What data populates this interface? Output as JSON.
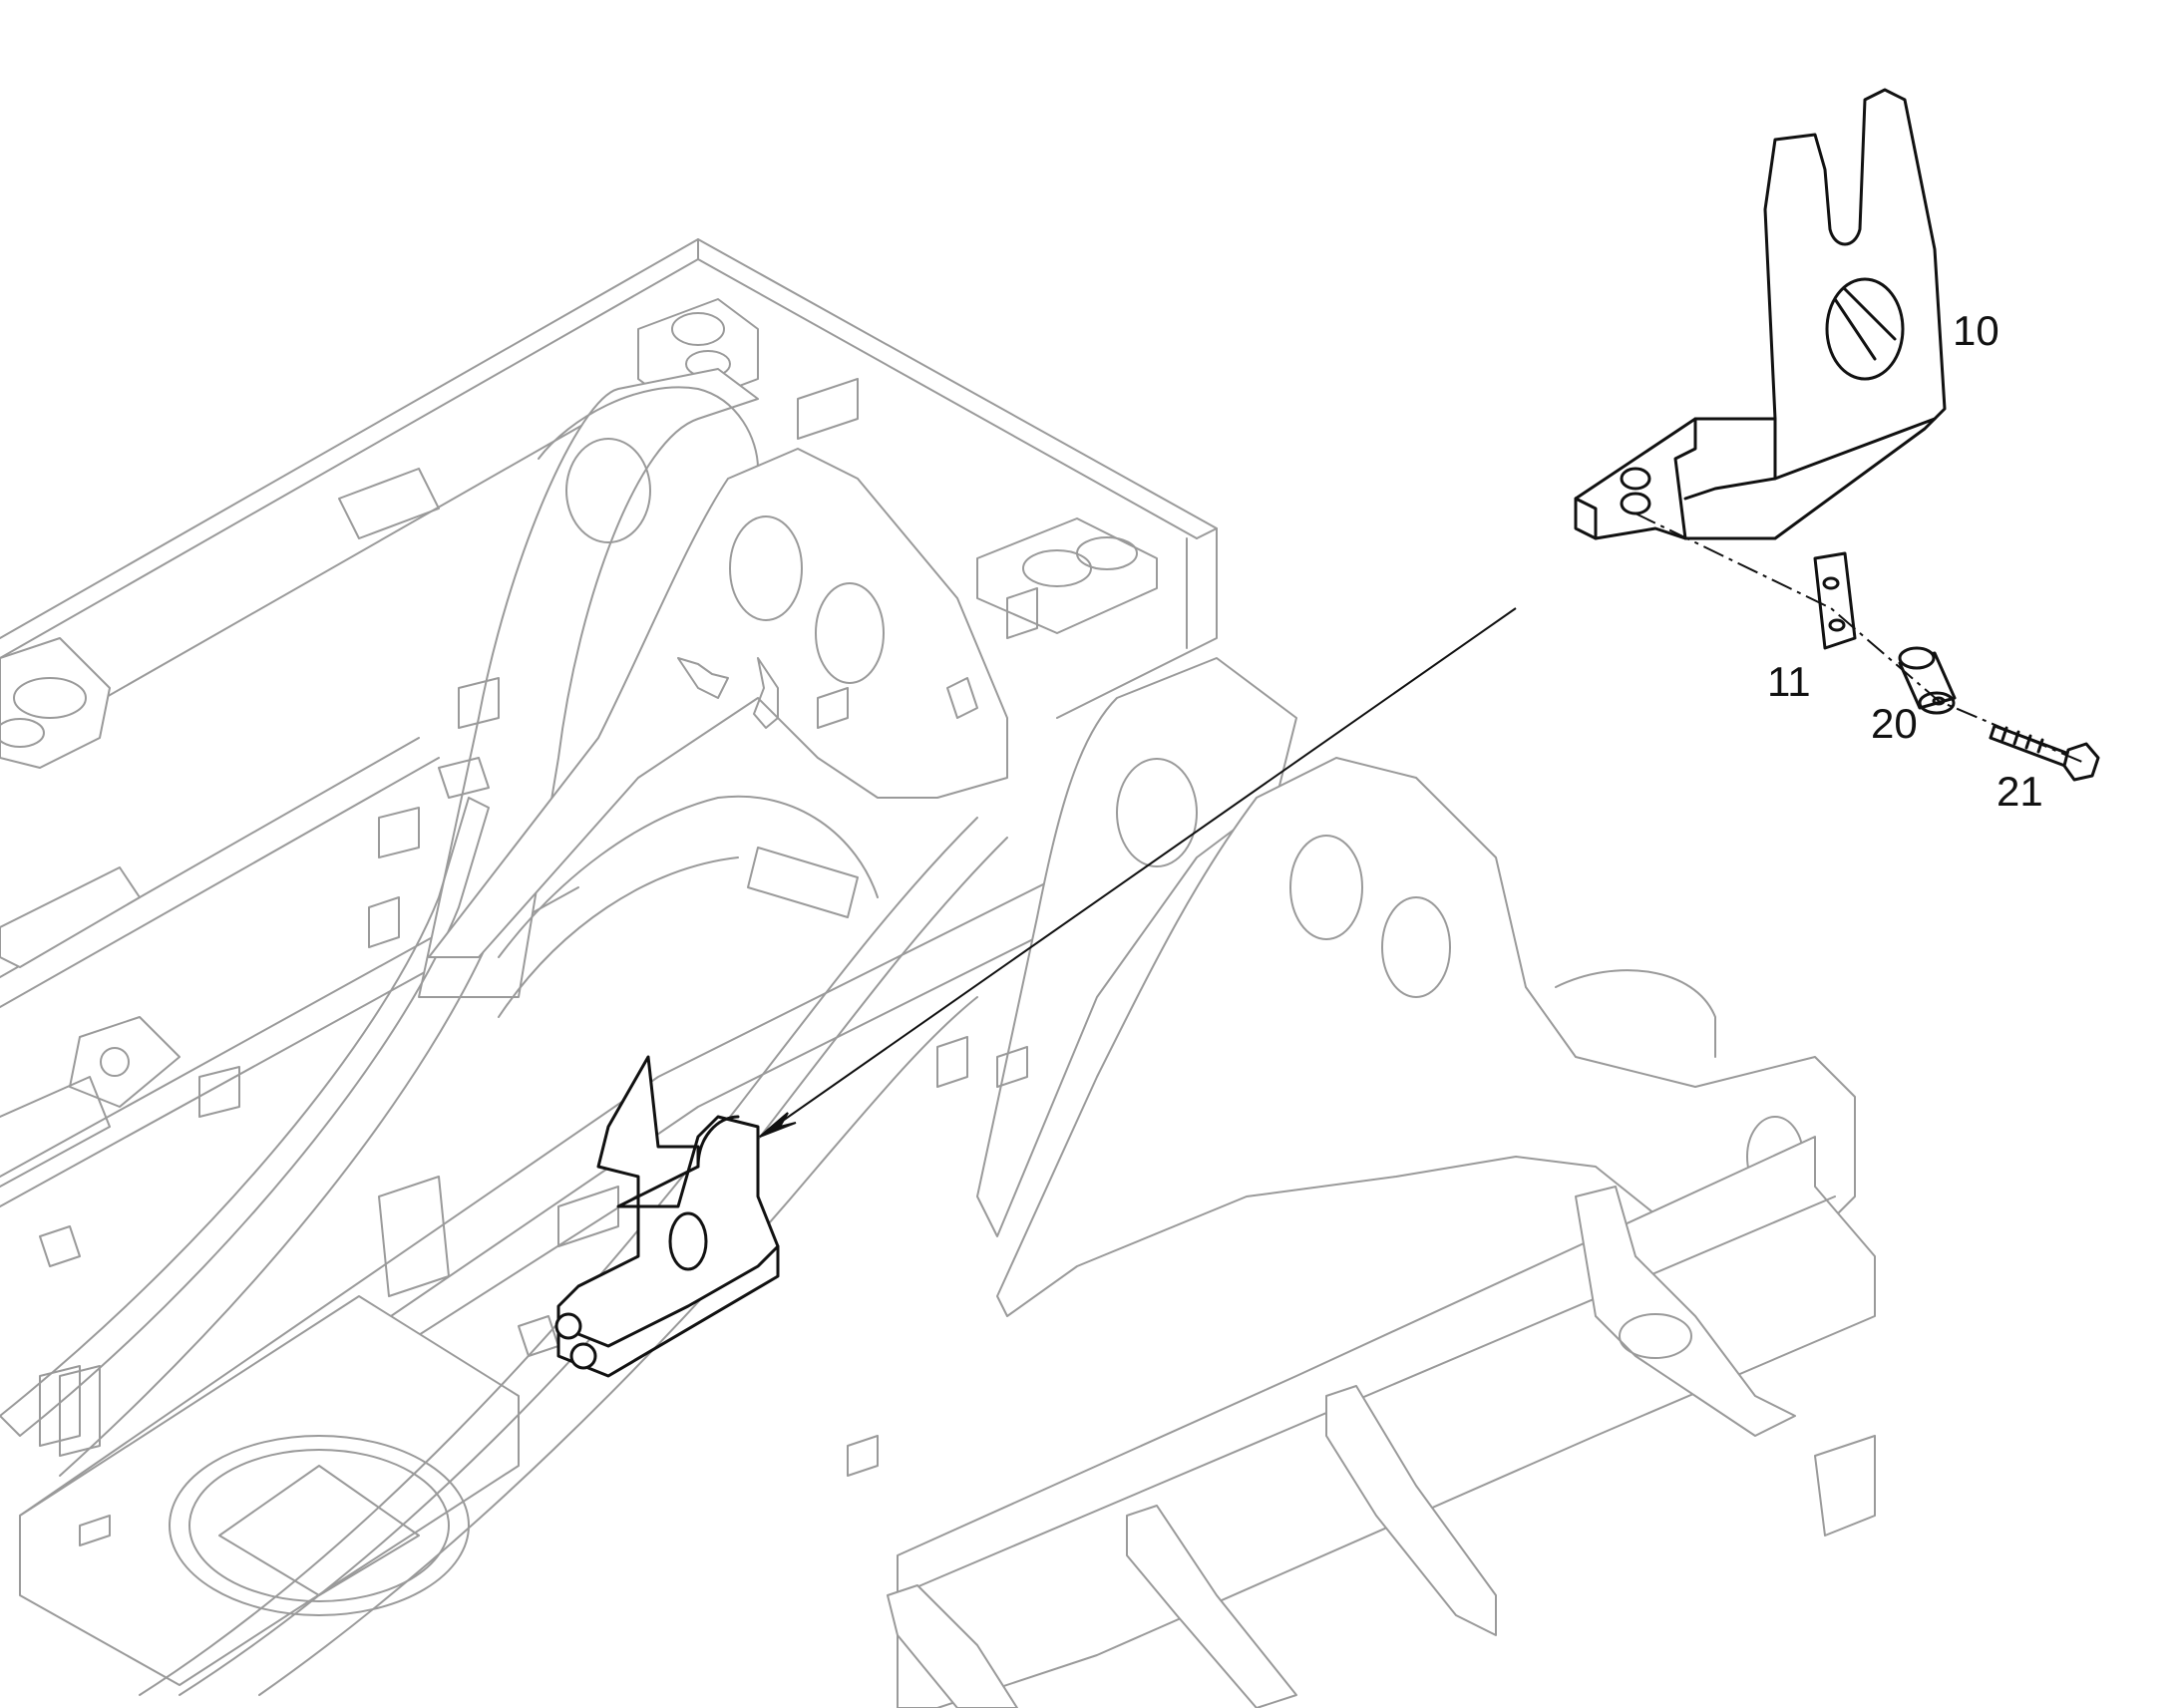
{
  "diagram": {
    "kind": "exploded parts illustration",
    "callouts": [
      {
        "id": "part-10",
        "label": "10"
      },
      {
        "id": "part-11",
        "label": "11"
      },
      {
        "id": "part-20",
        "label": "20"
      },
      {
        "id": "part-21",
        "label": "21"
      }
    ],
    "colors": {
      "ghost_line": "#9a9a9a",
      "part_line": "#111111",
      "background": "#ffffff"
    }
  }
}
